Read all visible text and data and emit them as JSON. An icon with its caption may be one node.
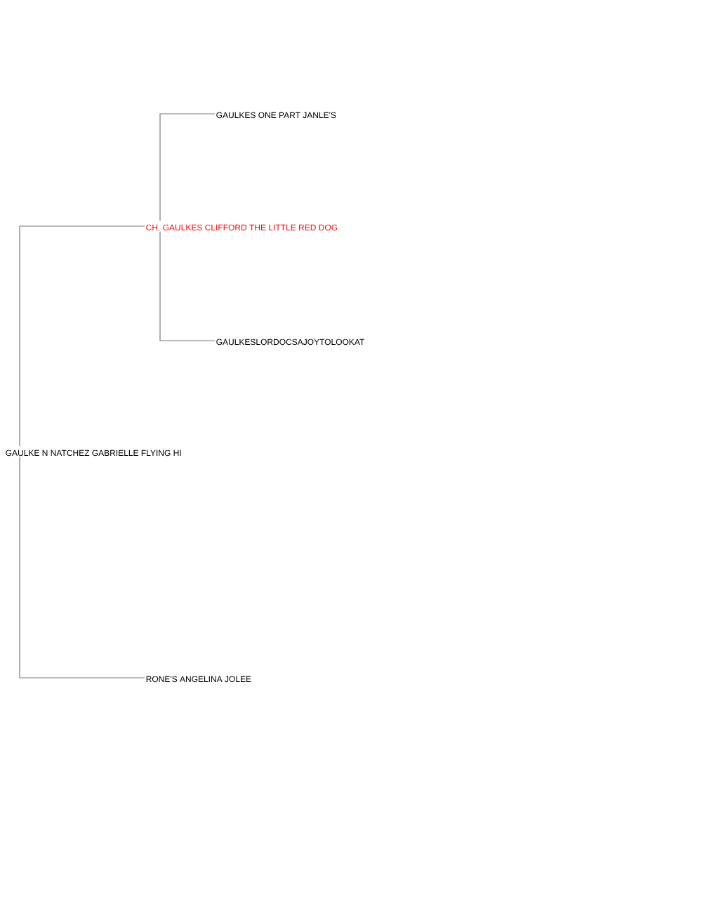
{
  "diagram": {
    "nodes": [
      {
        "text": [
          "GAULKE N NATCHEZ GABRIELLE FLYING HI"
        ]
      },
      {
        "text": [
          "CH. GAULKES CLIFFORD THE LITTLE RED DOG"
        ]
      },
      {
        "text": [
          "GAULKES ONE PART JANLE'S"
        ]
      },
      {
        "text": [
          "GAULKESLORDOCSAJOYTOLOOKAT"
        ]
      },
      {
        "text": [
          "RONE'S ANGELINA JOLEE"
        ]
      }
    ],
    "edges": [
      {
        "from": 0,
        "to": 1,
        "arrow": "none"
      },
      {
        "from": 1,
        "to": 2,
        "arrow": "none"
      },
      {
        "from": 1,
        "to": 3,
        "arrow": "none"
      },
      {
        "from": 0,
        "to": 4,
        "arrow": "none"
      }
    ]
  }
}
